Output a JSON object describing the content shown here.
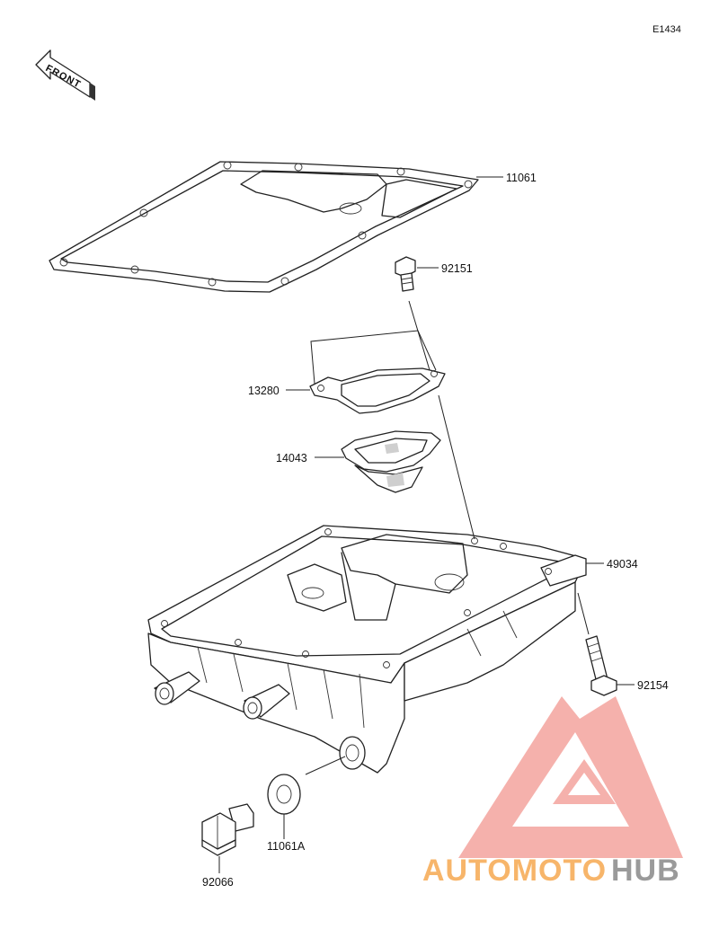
{
  "diagram_code": "E1434",
  "direction_label": "FRONT",
  "parts": [
    {
      "id": "p1",
      "number": "11061"
    },
    {
      "id": "p2",
      "number": "92151"
    },
    {
      "id": "p3",
      "number": "13280"
    },
    {
      "id": "p4",
      "number": "14043"
    },
    {
      "id": "p5",
      "number": "49034"
    },
    {
      "id": "p6",
      "number": "92154"
    },
    {
      "id": "p7",
      "number": "11061A"
    },
    {
      "id": "p8",
      "number": "92066"
    }
  ],
  "watermark": {
    "word_orange": "AUTOMOTO",
    "word_grey": "HUB",
    "colors": {
      "logo": "#f4a9a3",
      "orange": "#f7b56a",
      "grey": "#9a9a9a"
    }
  }
}
